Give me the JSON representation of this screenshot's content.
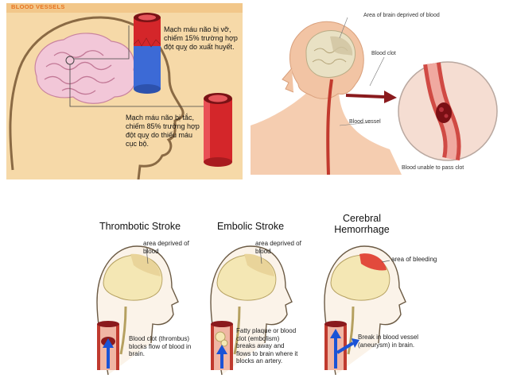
{
  "panel1": {
    "header": "BLOOD VESSELS",
    "note_top": "Mạch máu não bị vỡ, chiếm 15% trường hợp đột quỵ do xuất huyết.",
    "note_bottom": "Mạch máu não bị tắc, chiếm 85% trường hợp đột quỵ do thiếu máu cục bộ."
  },
  "panel2": {
    "label_area": "Area of brain deprived of blood",
    "label_clot": "Blood clot",
    "label_vessel": "Blood vessel",
    "label_unable": "Blood unable to pass clot"
  },
  "panel3": {
    "thrombotic": {
      "title": "Thrombotic Stroke",
      "area_label": "area deprived of blood",
      "caption": "Blood clot (thrombus) blocks flow of blood in brain."
    },
    "embolic": {
      "title": "Embolic Stroke",
      "area_label": "area deprived of blood",
      "caption": "Fatty plaque or blood clot (embolism) breaks away and flows to brain where it blocks an artery."
    },
    "hemorrhage": {
      "title": "Cerebral Hemorrhage",
      "area_label": "area of bleeding",
      "caption": "Break in blood vessel (aneurysm) in brain."
    }
  },
  "colors": {
    "panel1_bg": "#f6d9a8",
    "header_orange": "#e8731e",
    "vessel_red": "#d4262a",
    "vessel_blue": "#3c6ad6",
    "skin": "#f5cdb0",
    "brain_pink": "#f2c7d8",
    "arrow_blue": "#1a53d6"
  }
}
